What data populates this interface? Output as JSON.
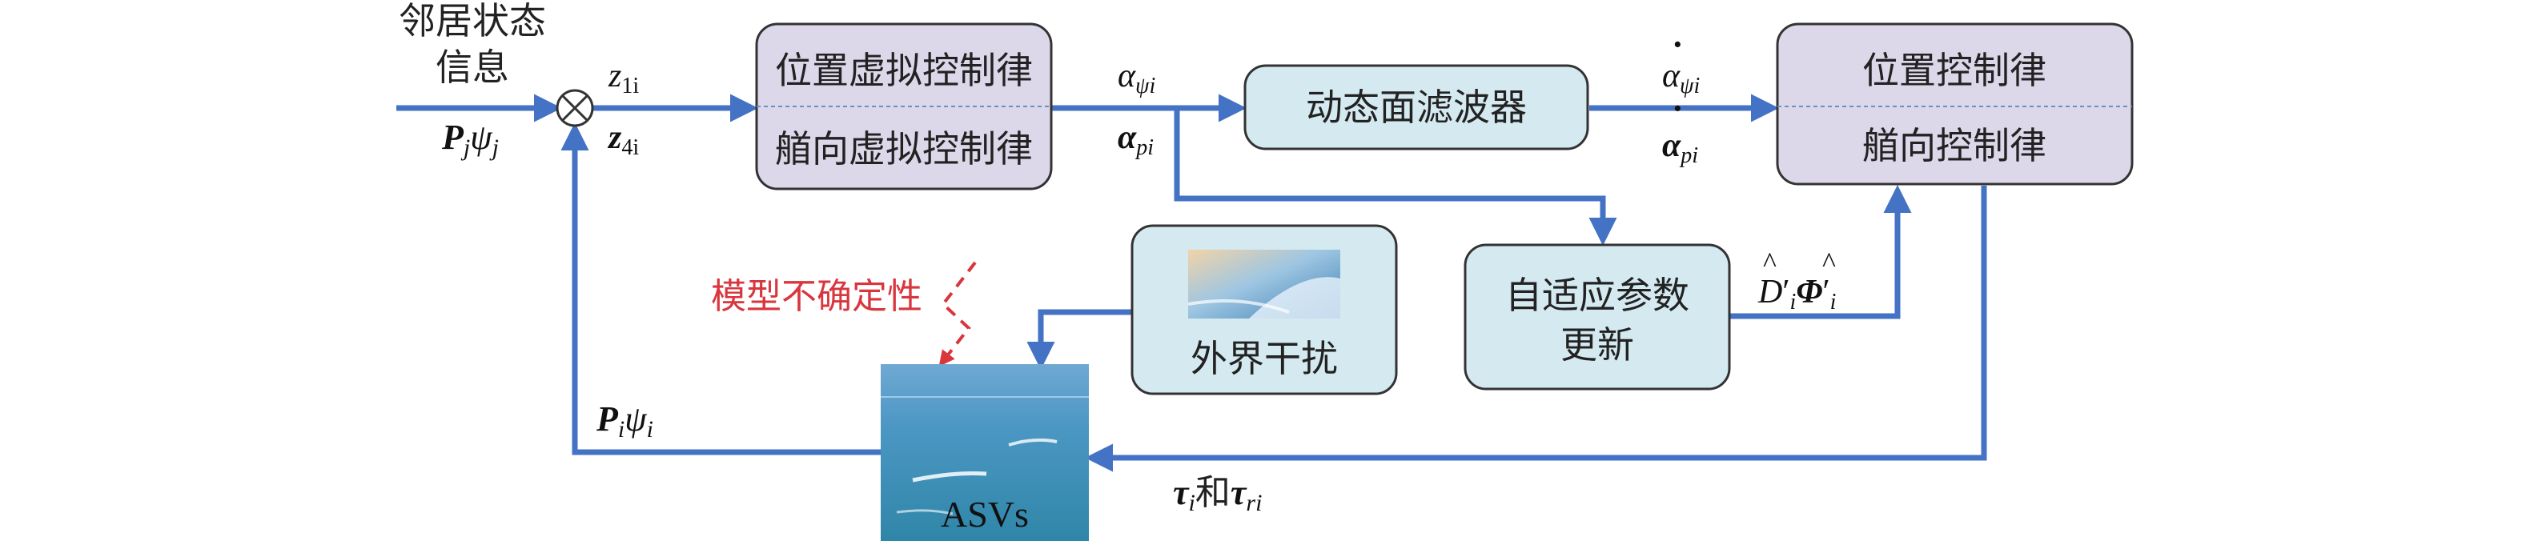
{
  "colors": {
    "arrow": "#4472c4",
    "purple_box": "#dcd7e9",
    "teal_box": "#d4e9f0",
    "red": "#d9363e"
  },
  "neighbor_info": {
    "line1": "邻居状态",
    "line2": "信息",
    "var_bold": "P",
    "var_sub": "j",
    "var_psi": "ψ",
    "var_psi_sub": "j"
  },
  "sum_node": {
    "symbol": "⊗"
  },
  "error_vars": {
    "z1": "z",
    "z1_sub": "1i",
    "z4": "z",
    "z4_sub": "4i"
  },
  "virtual_law_box": {
    "top": "位置虚拟控制律",
    "bottom": "艏向虚拟控制律"
  },
  "virtual_outputs": {
    "alpha_psi": "α",
    "alpha_psi_sub": "ψi",
    "alpha_p": "α",
    "alpha_p_sub": "pi"
  },
  "filter_box": {
    "label": "动态面滤波器"
  },
  "filter_outputs": {
    "alpha_psi": "α",
    "alpha_psi_sub": "ψi",
    "alpha_p": "α",
    "alpha_p_sub": "pi",
    "dot": "·"
  },
  "control_law_box": {
    "top": "位置控制律",
    "bottom": "艏向控制律"
  },
  "adaptive_box": {
    "line1": "自适应参数",
    "line2": "更新"
  },
  "adaptive_outputs": {
    "d": "D",
    "d_prime": "′",
    "d_sub": "i",
    "phi": "Φ",
    "phi_prime": "′",
    "phi_sub": "i",
    "hat": "^"
  },
  "disturbance_box": {
    "label": "外界干扰"
  },
  "uncertainty": {
    "label": "模型不确定性"
  },
  "asv": {
    "label": "ASVs"
  },
  "feedback": {
    "var_bold": "P",
    "var_sub": "i",
    "var_psi": "ψ",
    "var_psi_sub": "i"
  },
  "torque": {
    "tau1": "τ",
    "tau1_sub": "i",
    "conj": "和",
    "tau2": "τ",
    "tau2_sub": "ri"
  }
}
